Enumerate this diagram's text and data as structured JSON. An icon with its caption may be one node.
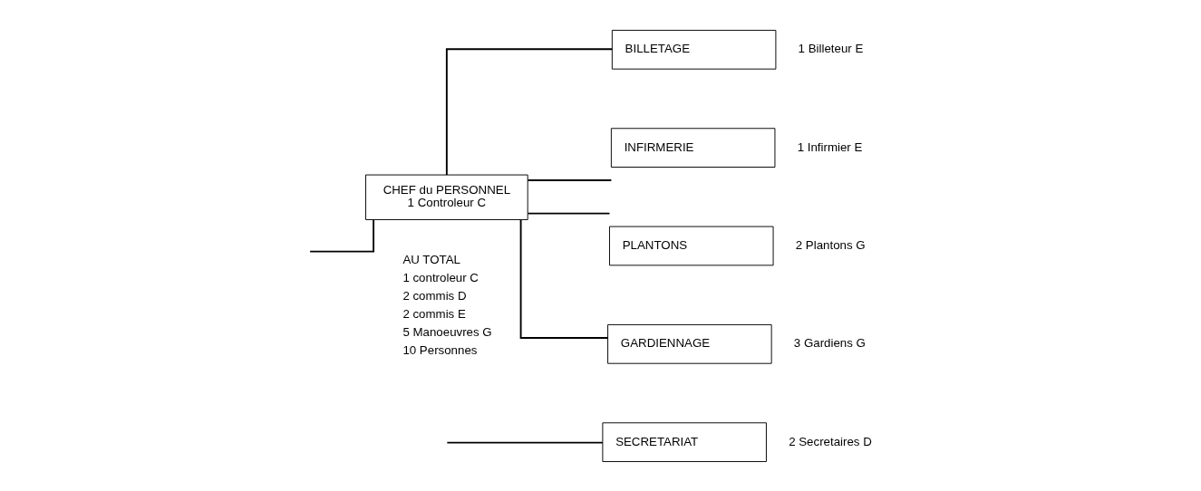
{
  "diagram": {
    "nodes": [
      {
        "text": [
          "CHEF du PERSONNEL",
          "1 Controleur C"
        ]
      },
      {
        "text": [
          "BILLETAGE"
        ],
        "beside": [
          "1 Billeteur E"
        ]
      },
      {
        "text": [
          "INFIRMERIE"
        ],
        "beside": [
          "1 Infirmier E"
        ]
      },
      {
        "text": [
          "PLANTONS"
        ],
        "beside": [
          "2 Plantons G"
        ]
      },
      {
        "text": [
          "GARDIENNAGE"
        ],
        "beside": [
          "3 Gardiens G"
        ]
      },
      {
        "text": [
          "SECRETARIAT"
        ],
        "beside": [
          "2 Secretaires D"
        ]
      }
    ],
    "edges": [
      {
        "from": null,
        "to": 0,
        "arrow": "none"
      },
      {
        "from": 0,
        "to": 1,
        "arrow": "none"
      },
      {
        "from": 0,
        "to": 2,
        "arrow": "none"
      },
      {
        "from": 0,
        "to": 3,
        "arrow": "none"
      },
      {
        "from": 0,
        "to": 4,
        "arrow": "none"
      },
      {
        "from": null,
        "to": 5,
        "arrow": "none"
      }
    ],
    "labels": [
      "AU TOTAL",
      "1 controleur C",
      "2 commis D",
      "2 commis E",
      "5 Manoeuvres G",
      "10 Personnes"
    ]
  }
}
